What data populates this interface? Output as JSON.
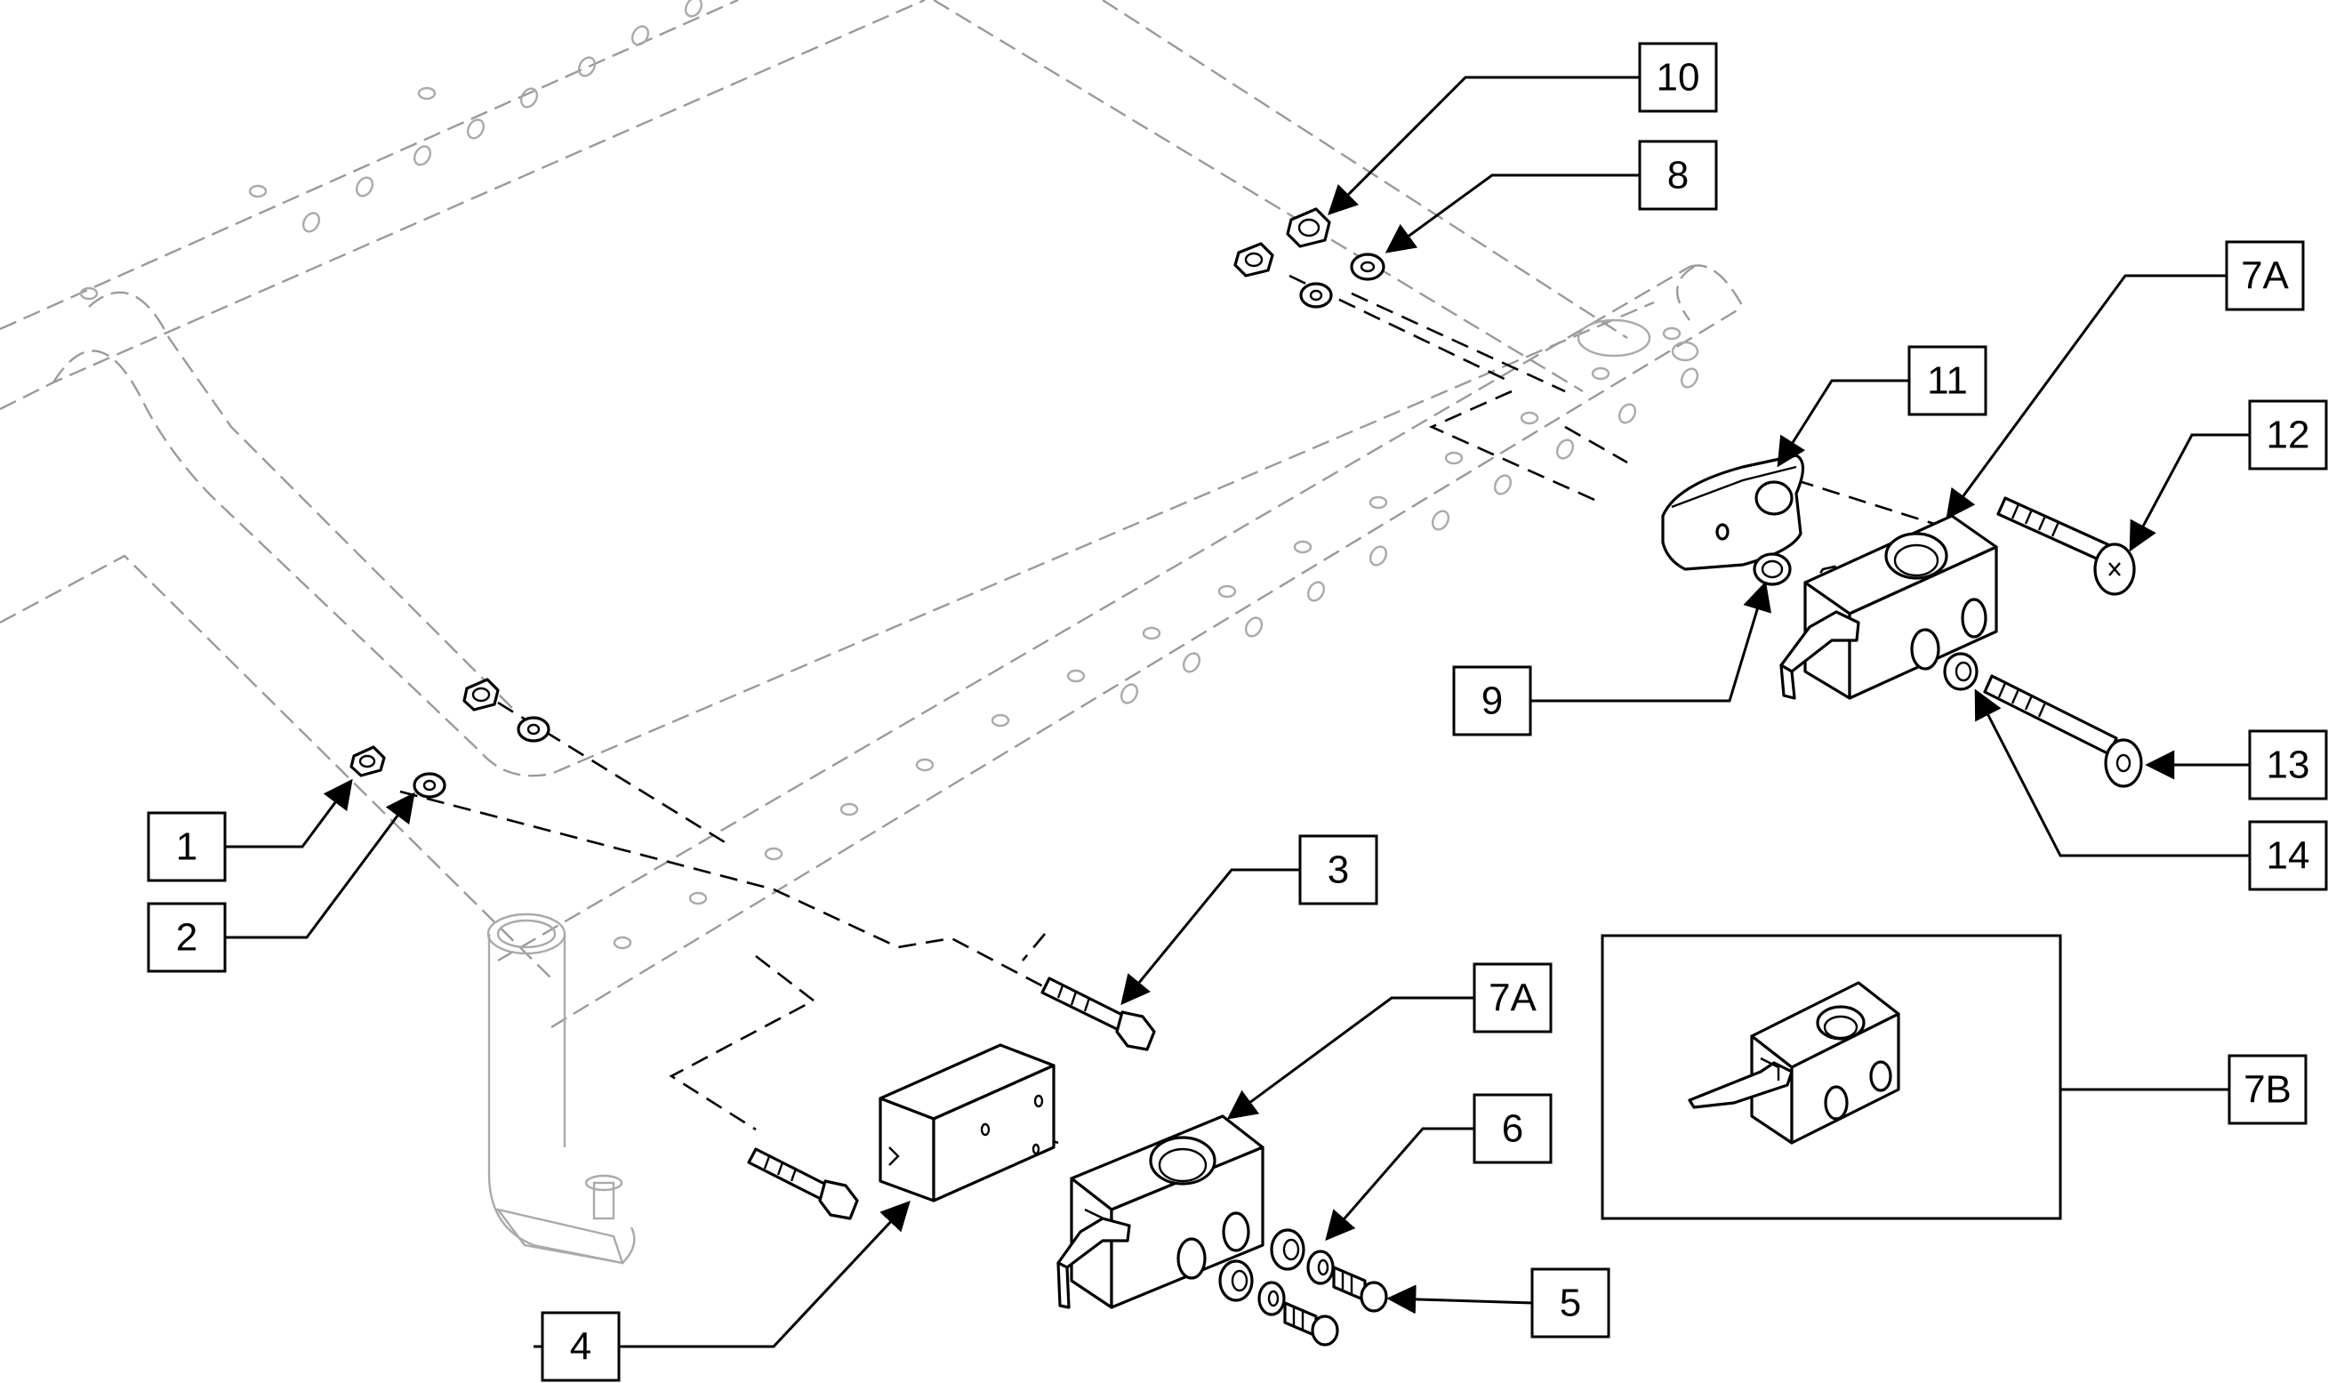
{
  "diagram": {
    "callouts": {
      "c1": "1",
      "c2": "2",
      "c3": "3",
      "c4": "4",
      "c5": "5",
      "c6": "6",
      "c7a_lower": "7A",
      "c7a_upper": "7A",
      "c7b": "7B",
      "c8": "8",
      "c9": "9",
      "c10": "10",
      "c11": "11",
      "c12": "12",
      "c13": "13",
      "c14": "14"
    }
  }
}
